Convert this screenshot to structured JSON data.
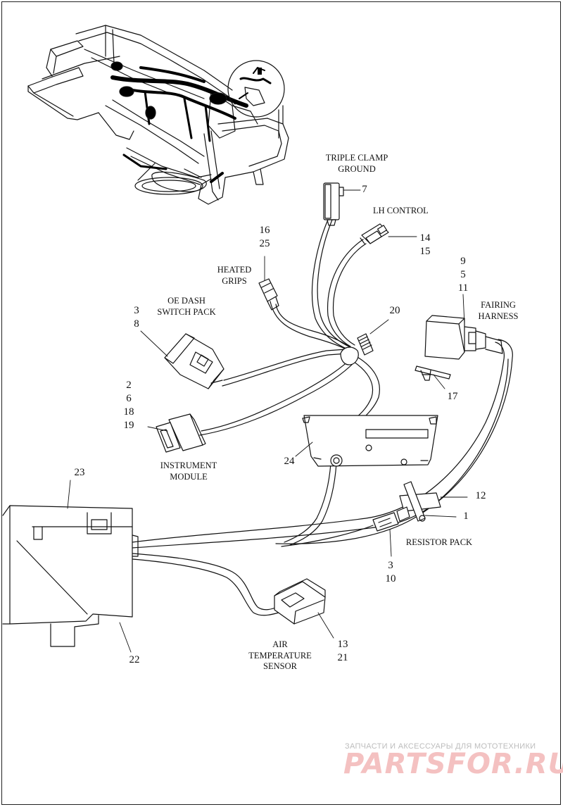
{
  "labels": {
    "triple_clamp": [
      "TRIPLE CLAMP",
      "GROUND"
    ],
    "lh_control": [
      "LH CONTROL"
    ],
    "heated_grips": [
      "HEATED",
      "GRIPS"
    ],
    "oe_dash": [
      "OE DASH",
      "SWITCH PACK"
    ],
    "fairing_harness": [
      "FAIRING",
      "HARNESS"
    ],
    "instrument_module": [
      "INSTRUMENT",
      "MODULE"
    ],
    "resistor_pack": [
      "RESISTOR PACK"
    ],
    "air_temp": [
      "AIR",
      "TEMPERATURE",
      "SENSOR"
    ]
  },
  "callouts": {
    "n7": [
      "7"
    ],
    "n14": [
      "14",
      "15"
    ],
    "n16": [
      "16",
      "25"
    ],
    "n9": [
      "9",
      "5",
      "11"
    ],
    "n3a": [
      "3",
      "8"
    ],
    "n20": [
      "20"
    ],
    "n17": [
      "17"
    ],
    "n2": [
      "2",
      "6",
      "18",
      "19"
    ],
    "n24": [
      "24"
    ],
    "n23": [
      "23"
    ],
    "n12": [
      "12"
    ],
    "n1": [
      "1"
    ],
    "n3b": [
      "3",
      "10"
    ],
    "n13": [
      "13",
      "21"
    ],
    "n22": [
      "22"
    ]
  },
  "watermark": {
    "tagline": "ЗАПЧАСТИ И АКСЕССУАРЫ ДЛЯ МОТОТЕХНИКИ",
    "logo": "PARTSFOR.RU"
  },
  "colors": {
    "line": "#111111",
    "watermark_logo": "#f4c1c1",
    "watermark_text": "#bdbdbd"
  }
}
